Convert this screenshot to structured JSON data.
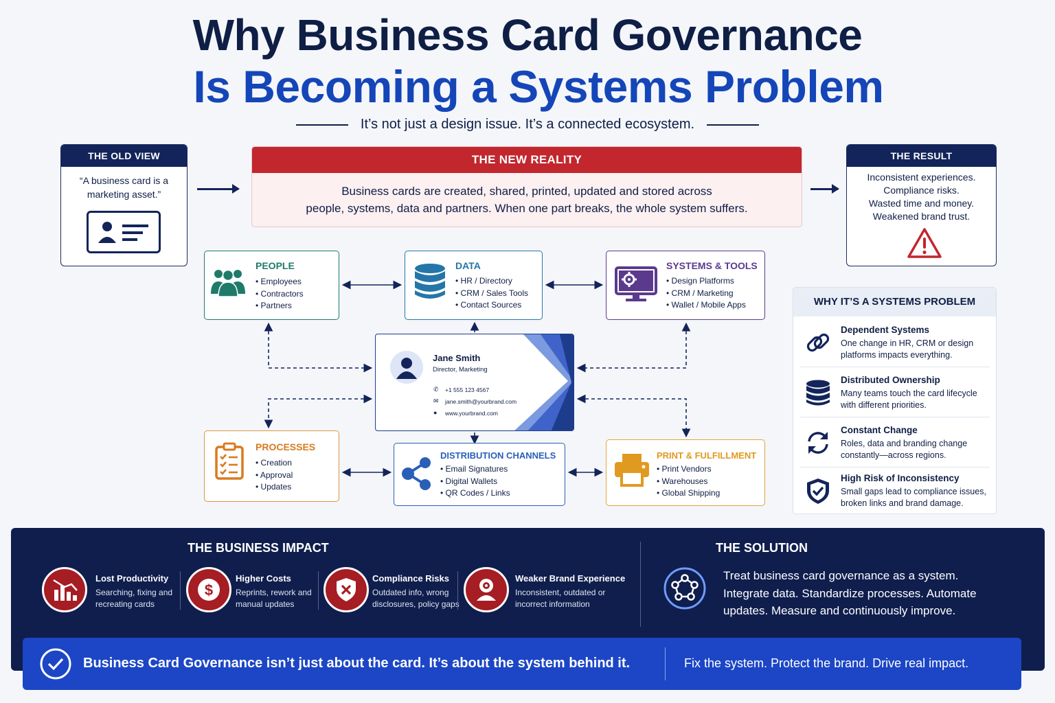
{
  "title": {
    "line1": "Why Business Card Governance",
    "line2": "Is Becoming a Systems Problem",
    "subtitle": "It’s not just a design issue. It’s a connected ecosystem."
  },
  "old_view": {
    "heading": "THE OLD VIEW",
    "quote_line1": "“A business card is a",
    "quote_line2": "marketing asset.”"
  },
  "new_reality": {
    "heading": "THE NEW REALITY",
    "line1": "Business cards are created, shared, printed, updated and stored across",
    "line2": "people, systems, data and partners. When one part breaks, the whole system suffers."
  },
  "result": {
    "heading": "THE RESULT",
    "lines": [
      "Inconsistent experiences.",
      "Compliance risks.",
      "Wasted time and money.",
      "Weakened brand trust."
    ]
  },
  "nodes": {
    "people": {
      "title": "PEOPLE",
      "items": [
        "Employees",
        "Contractors",
        "Partners"
      ]
    },
    "data": {
      "title": "DATA",
      "items": [
        "HR / Directory",
        "CRM / Sales Tools",
        "Contact Sources"
      ]
    },
    "systems": {
      "title": "SYSTEMS & TOOLS",
      "items": [
        "Design Platforms",
        "CRM / Marketing",
        "Wallet / Mobile Apps"
      ]
    },
    "processes": {
      "title": "PROCESSES",
      "items": [
        "Creation",
        "Approval",
        "Updates"
      ]
    },
    "distribution": {
      "title": "DISTRIBUTION CHANNELS",
      "items": [
        "Email Signatures",
        "Digital Wallets",
        "QR Codes / Links"
      ]
    },
    "print": {
      "title": "PRINT & FULFILLMENT",
      "items": [
        "Print Vendors",
        "Warehouses",
        "Global Shipping"
      ]
    }
  },
  "card": {
    "name": "Jane Smith",
    "role": "Director, Marketing",
    "phone": "+1 555 123 4567",
    "email": "jane.smith@yourbrand.com",
    "web": "www.yourbrand.com"
  },
  "why": {
    "heading": "WHY IT’S A SYSTEMS PROBLEM",
    "items": [
      {
        "title": "Dependent Systems",
        "line1": "One change in HR, CRM or design",
        "line2": "platforms impacts everything.",
        "icon": "link-icon"
      },
      {
        "title": "Distributed Ownership",
        "line1": "Many teams touch the card lifecycle",
        "line2": "with different priorities.",
        "icon": "database-icon"
      },
      {
        "title": "Constant Change",
        "line1": "Roles, data and branding change",
        "line2": "constantly—across regions.",
        "icon": "refresh-icon"
      },
      {
        "title": "High Risk of Inconsistency",
        "line1": "Small gaps lead to compliance issues,",
        "line2": "broken links and brand damage.",
        "icon": "shield-check-icon"
      }
    ]
  },
  "impact": {
    "heading": "THE BUSINESS IMPACT",
    "items": [
      {
        "title": "Lost Productivity",
        "line1": "Searching, fixing and",
        "line2": "recreating cards",
        "icon": "declining-chart-icon"
      },
      {
        "title": "Higher Costs",
        "line1": "Reprints, rework and",
        "line2": "manual updates",
        "icon": "dollar-icon"
      },
      {
        "title": "Compliance Risks",
        "line1": "Outdated info, wrong",
        "line2": "disclosures, policy gaps",
        "icon": "shield-x-icon"
      },
      {
        "title": "Weaker Brand Experience",
        "line1": "Inconsistent, outdated or",
        "line2": "incorrect information",
        "icon": "person-target-icon"
      }
    ]
  },
  "solution": {
    "heading": "THE SOLUTION",
    "line1": "Treat business card governance as a system.",
    "line2": "Integrate data. Standardize processes. Automate",
    "line3": "updates. Measure and continuously improve."
  },
  "banner": {
    "main": "Business Card Governance isn’t just about the card. It’s about the system behind it.",
    "side": "Fix the system. Protect the brand. Drive real impact."
  },
  "colors": {
    "navy": "#13245a",
    "blue": "#1546b8",
    "red": "#c1272d",
    "people": "#1e7b6a",
    "data": "#2576a8",
    "systems": "#5b3a8e",
    "processes": "#d97a1f",
    "distribution": "#2a5fb8",
    "print": "#e09a20"
  }
}
